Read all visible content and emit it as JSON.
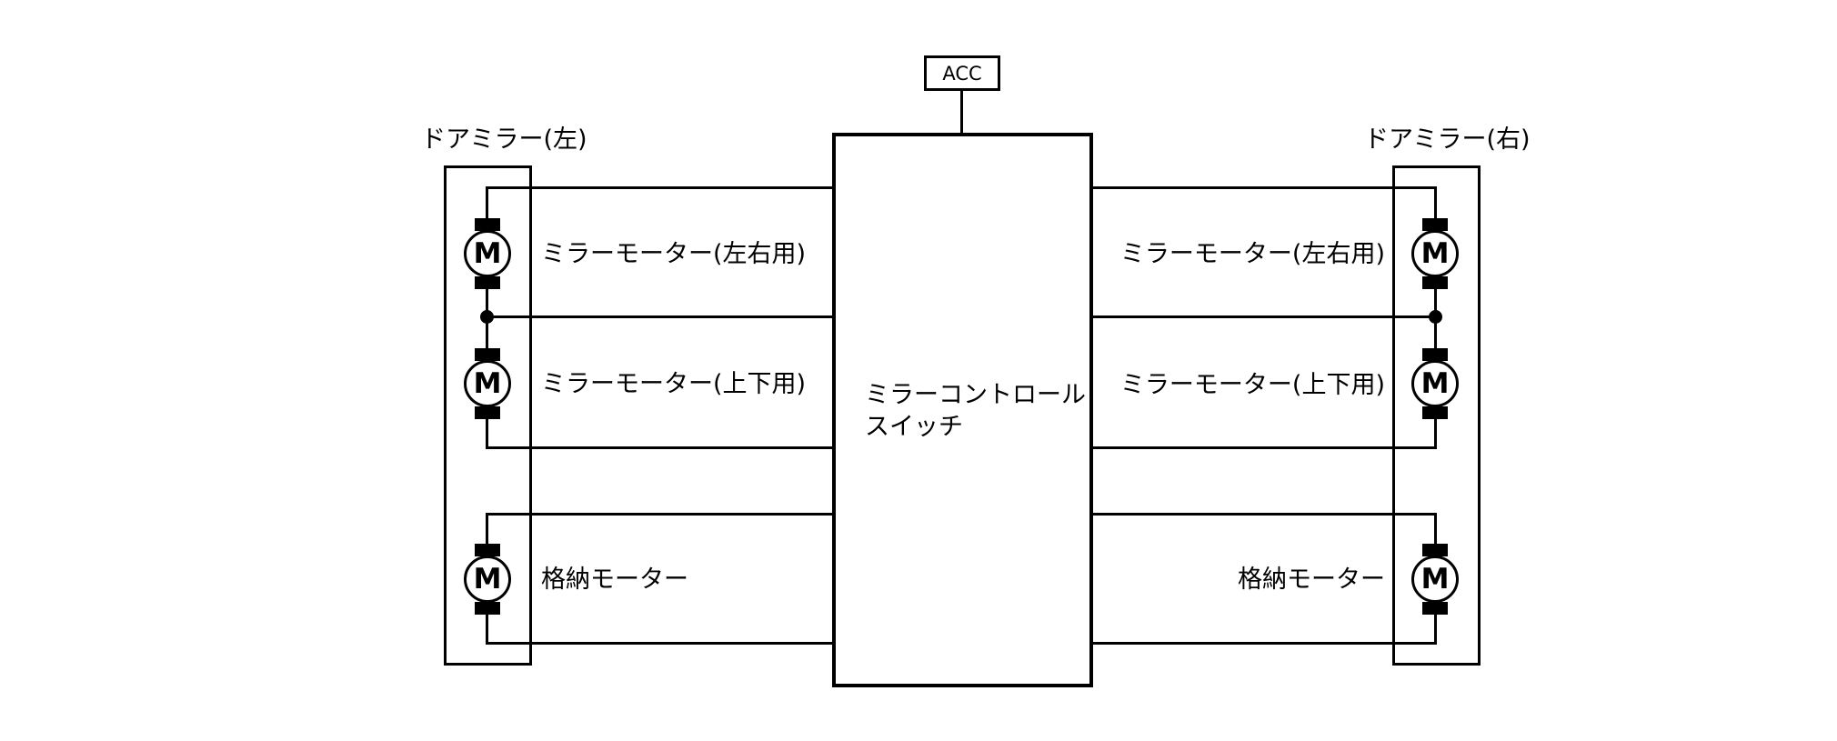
{
  "colors": {
    "background": "#ffffff",
    "line": "#000000"
  },
  "power_source": {
    "label": "ACC"
  },
  "control_switch": {
    "label_lines": [
      "ミラーコントロール",
      "スイッチ"
    ]
  },
  "left_mirror": {
    "title": "ドアミラー(左)",
    "motors": [
      {
        "symbol": "M",
        "label": "ミラーモーター(左右用)"
      },
      {
        "symbol": "M",
        "label": "ミラーモーター(上下用)"
      },
      {
        "symbol": "M",
        "label": "格納モーター"
      }
    ]
  },
  "right_mirror": {
    "title": "ドアミラー(右)",
    "motors": [
      {
        "symbol": "M",
        "label": "ミラーモーター(左右用)"
      },
      {
        "symbol": "M",
        "label": "ミラーモーター(上下用)"
      },
      {
        "symbol": "M",
        "label": "格納モーター"
      }
    ]
  }
}
